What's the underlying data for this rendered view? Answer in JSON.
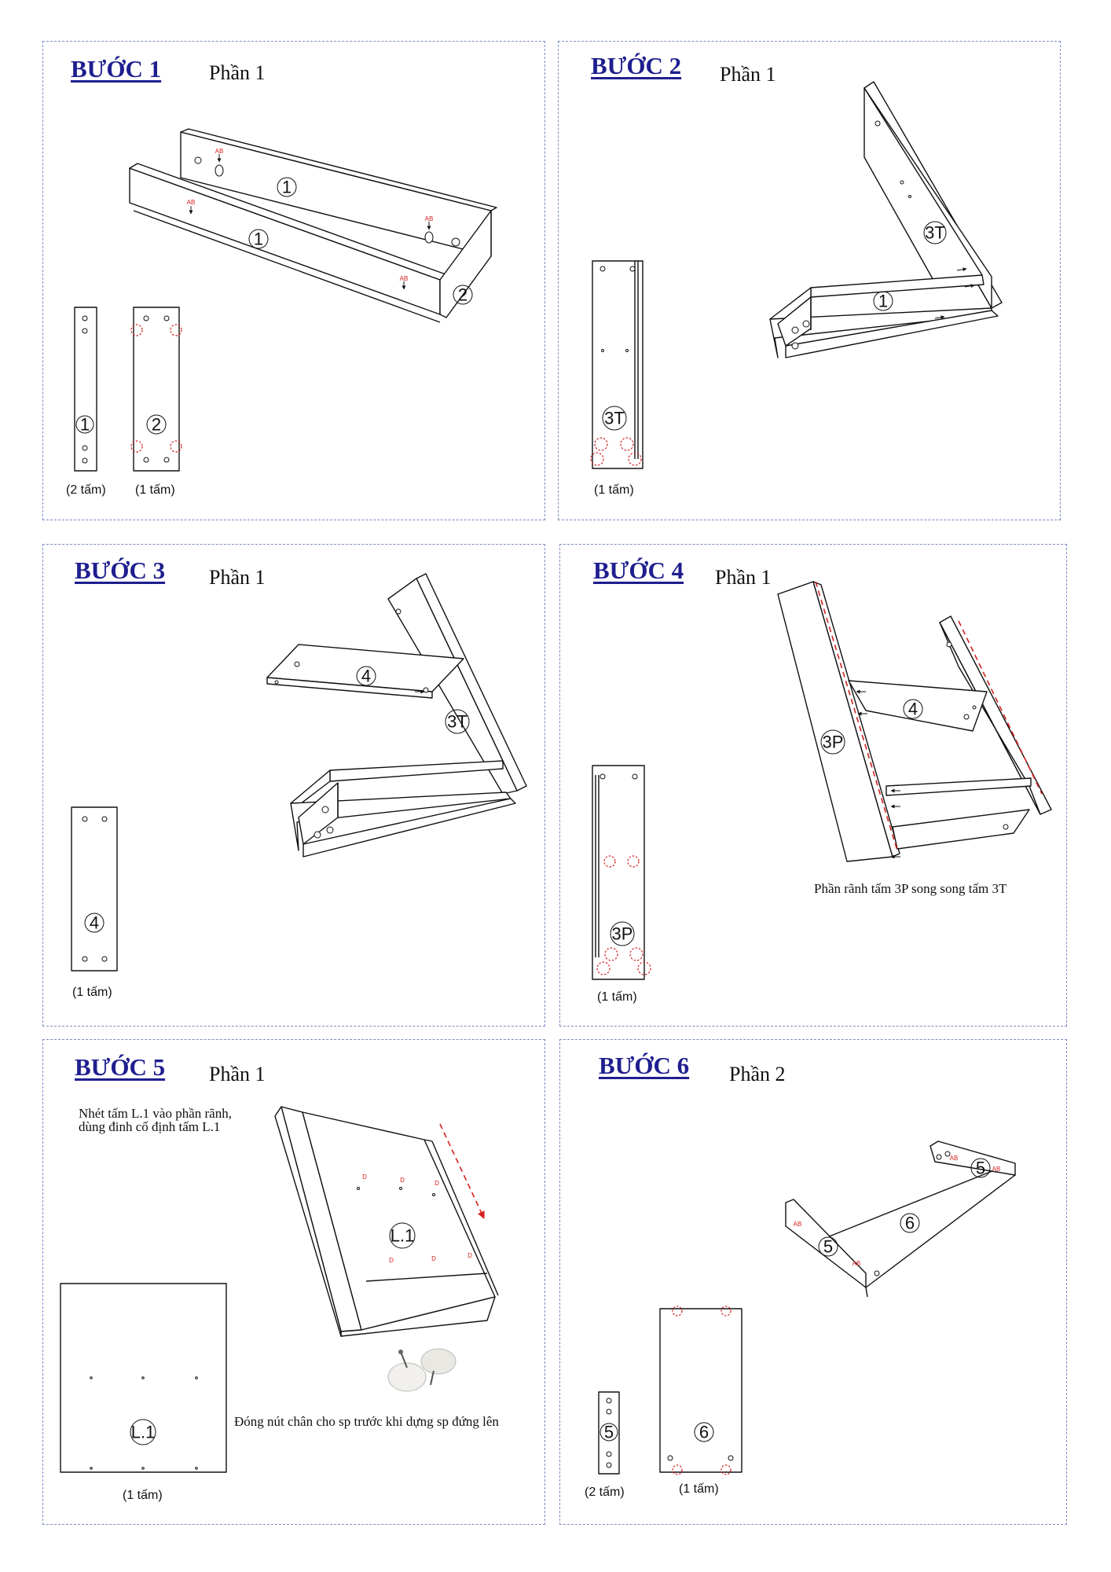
{
  "steps": [
    {
      "title": "BƯỚC 1",
      "part": "Phần 1",
      "qty": [
        "(2 tấm)",
        "(1 tấm)"
      ]
    },
    {
      "title": "BƯỚC 2",
      "part": "Phần 1",
      "qty": [
        "(1 tấm)"
      ]
    },
    {
      "title": "BƯỚC 3",
      "part": "Phần 1",
      "qty": [
        "(1 tấm)"
      ]
    },
    {
      "title": "BƯỚC 4",
      "part": "Phần 1",
      "qty": [
        "(1 tấm)"
      ],
      "note": "Phần rãnh tấm 3P song song tấm 3T"
    },
    {
      "title": "BƯỚC 5",
      "part": "Phần 1",
      "qty": [
        "(1 tấm)"
      ],
      "instruction": "Nhét tấm L.1 vào phần rãnh, dùng đinh cố định tấm L.1",
      "note": "Đóng nút chân cho sp trước khi dựng sp đứng lên"
    },
    {
      "title": "BƯỚC 6",
      "part": "Phần 2",
      "qty": [
        "(2 tấm)",
        "(1 tấm)"
      ]
    }
  ],
  "labels": {
    "p1": "1",
    "p2": "2",
    "p3t": "3T",
    "p3p": "3P",
    "p4": "4",
    "p5": "5",
    "p6": "6",
    "l1": "L.1",
    "ab": "AB",
    "d": "D"
  },
  "colors": {
    "title": "#1f1f8f",
    "border": "#7d8cc4",
    "marker": "#d62020"
  }
}
